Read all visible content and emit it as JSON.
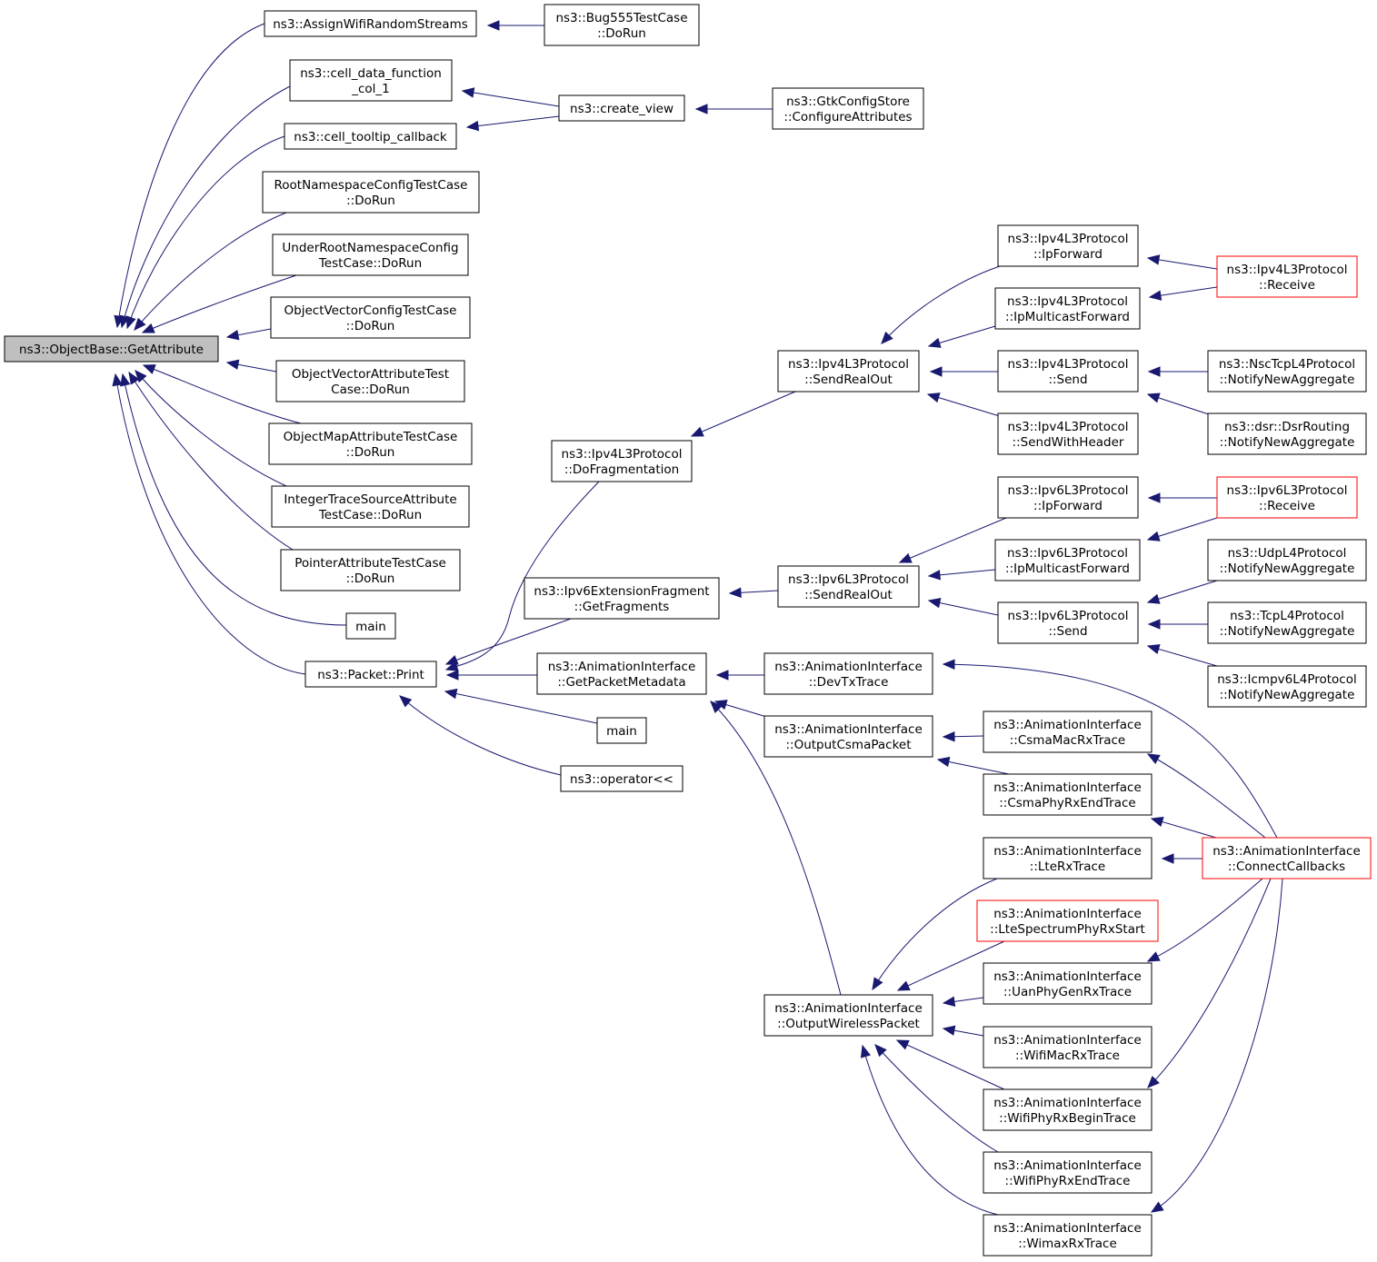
{
  "colors": {
    "edge": "#191970",
    "root_fill": "#bfbfbf",
    "highlight_border": "#ff0000",
    "border": "#000000",
    "background": "#ffffff"
  },
  "nodes": [
    {
      "id": "root",
      "lines": [
        "ns3::ObjectBase::GetAttribute"
      ],
      "style": "root"
    },
    {
      "id": "assign",
      "lines": [
        "ns3::AssignWifiRandomStreams"
      ]
    },
    {
      "id": "bug555",
      "lines": [
        "ns3::Bug555TestCase",
        "::DoRun"
      ]
    },
    {
      "id": "celldata",
      "lines": [
        "ns3::cell_data_function",
        "_col_1"
      ]
    },
    {
      "id": "celltip",
      "lines": [
        "ns3::cell_tooltip_callback"
      ]
    },
    {
      "id": "createview",
      "lines": [
        "ns3::create_view"
      ]
    },
    {
      "id": "gtk",
      "lines": [
        "ns3::GtkConfigStore",
        "::ConfigureAttributes"
      ]
    },
    {
      "id": "rootns",
      "lines": [
        "RootNamespaceConfigTestCase",
        "::DoRun"
      ]
    },
    {
      "id": "underroot",
      "lines": [
        "UnderRootNamespaceConfig",
        "TestCase::DoRun"
      ]
    },
    {
      "id": "objvecconf",
      "lines": [
        "ObjectVectorConfigTestCase",
        "::DoRun"
      ]
    },
    {
      "id": "objvecattr",
      "lines": [
        "ObjectVectorAttributeTest",
        "Case::DoRun"
      ]
    },
    {
      "id": "objmap",
      "lines": [
        "ObjectMapAttributeTestCase",
        "::DoRun"
      ]
    },
    {
      "id": "inttrace",
      "lines": [
        "IntegerTraceSourceAttribute",
        "TestCase::DoRun"
      ]
    },
    {
      "id": "pointer",
      "lines": [
        "PointerAttributeTestCase",
        "::DoRun"
      ]
    },
    {
      "id": "main1",
      "lines": [
        "main"
      ]
    },
    {
      "id": "pktprint",
      "lines": [
        "ns3::Packet::Print"
      ]
    },
    {
      "id": "ipv4frag",
      "lines": [
        "ns3::Ipv4L3Protocol",
        "::DoFragmentation"
      ]
    },
    {
      "id": "ipv6extfrag",
      "lines": [
        "ns3::Ipv6ExtensionFragment",
        "::GetFragments"
      ]
    },
    {
      "id": "getpktmeta",
      "lines": [
        "ns3::AnimationInterface",
        "::GetPacketMetadata"
      ]
    },
    {
      "id": "main2",
      "lines": [
        "main"
      ]
    },
    {
      "id": "operator",
      "lines": [
        "ns3::operator<<"
      ]
    },
    {
      "id": "ipv4sendreal",
      "lines": [
        "ns3::Ipv4L3Protocol",
        "::SendRealOut"
      ]
    },
    {
      "id": "ipv4ipfwd",
      "lines": [
        "ns3::Ipv4L3Protocol",
        "::IpForward"
      ]
    },
    {
      "id": "ipv4mcast",
      "lines": [
        "ns3::Ipv4L3Protocol",
        "::IpMulticastForward"
      ]
    },
    {
      "id": "ipv4send",
      "lines": [
        "ns3::Ipv4L3Protocol",
        "::Send"
      ]
    },
    {
      "id": "ipv4sendhdr",
      "lines": [
        "ns3::Ipv4L3Protocol",
        "::SendWithHeader"
      ]
    },
    {
      "id": "ipv4recv",
      "lines": [
        "ns3::Ipv4L3Protocol",
        "::Receive"
      ],
      "style": "red"
    },
    {
      "id": "nsctcp",
      "lines": [
        "ns3::NscTcpL4Protocol",
        "::NotifyNewAggregate"
      ]
    },
    {
      "id": "dsr",
      "lines": [
        "ns3::dsr::DsrRouting",
        "::NotifyNewAggregate"
      ]
    },
    {
      "id": "ipv6sendreal",
      "lines": [
        "ns3::Ipv6L3Protocol",
        "::SendRealOut"
      ]
    },
    {
      "id": "ipv6ipfwd",
      "lines": [
        "ns3::Ipv6L3Protocol",
        "::IpForward"
      ]
    },
    {
      "id": "ipv6mcast",
      "lines": [
        "ns3::Ipv6L3Protocol",
        "::IpMulticastForward"
      ]
    },
    {
      "id": "ipv6send",
      "lines": [
        "ns3::Ipv6L3Protocol",
        "::Send"
      ]
    },
    {
      "id": "ipv6recv",
      "lines": [
        "ns3::Ipv6L3Protocol",
        "::Receive"
      ],
      "style": "red"
    },
    {
      "id": "udp",
      "lines": [
        "ns3::UdpL4Protocol",
        "::NotifyNewAggregate"
      ]
    },
    {
      "id": "tcp",
      "lines": [
        "ns3::TcpL4Protocol",
        "::NotifyNewAggregate"
      ]
    },
    {
      "id": "icmpv6",
      "lines": [
        "ns3::Icmpv6L4Protocol",
        "::NotifyNewAggregate"
      ]
    },
    {
      "id": "devtx",
      "lines": [
        "ns3::AnimationInterface",
        "::DevTxTrace"
      ]
    },
    {
      "id": "outcsma",
      "lines": [
        "ns3::AnimationInterface",
        "::OutputCsmaPacket"
      ]
    },
    {
      "id": "outwireless",
      "lines": [
        "ns3::AnimationInterface",
        "::OutputWirelessPacket"
      ]
    },
    {
      "id": "csmamac",
      "lines": [
        "ns3::AnimationInterface",
        "::CsmaMacRxTrace"
      ]
    },
    {
      "id": "csmaphy",
      "lines": [
        "ns3::AnimationInterface",
        "::CsmaPhyRxEndTrace"
      ]
    },
    {
      "id": "lterx",
      "lines": [
        "ns3::AnimationInterface",
        "::LteRxTrace"
      ]
    },
    {
      "id": "ltespec",
      "lines": [
        "ns3::AnimationInterface",
        "::LteSpectrumPhyRxStart"
      ],
      "style": "red"
    },
    {
      "id": "uanphy",
      "lines": [
        "ns3::AnimationInterface",
        "::UanPhyGenRxTrace"
      ]
    },
    {
      "id": "wifimac",
      "lines": [
        "ns3::AnimationInterface",
        "::WifiMacRxTrace"
      ]
    },
    {
      "id": "wifibegin",
      "lines": [
        "ns3::AnimationInterface",
        "::WifiPhyRxBeginTrace"
      ]
    },
    {
      "id": "wifiend",
      "lines": [
        "ns3::AnimationInterface",
        "::WifiPhyRxEndTrace"
      ]
    },
    {
      "id": "wimax",
      "lines": [
        "ns3::AnimationInterface",
        "::WimaxRxTrace"
      ]
    },
    {
      "id": "connect",
      "lines": [
        "ns3::AnimationInterface",
        "::ConnectCallbacks"
      ],
      "style": "red"
    }
  ],
  "edges": [
    {
      "from": "assign",
      "to": "root"
    },
    {
      "from": "celldata",
      "to": "root"
    },
    {
      "from": "celltip",
      "to": "root"
    },
    {
      "from": "rootns",
      "to": "root"
    },
    {
      "from": "underroot",
      "to": "root"
    },
    {
      "from": "objvecconf",
      "to": "root"
    },
    {
      "from": "objvecattr",
      "to": "root"
    },
    {
      "from": "objmap",
      "to": "root"
    },
    {
      "from": "inttrace",
      "to": "root"
    },
    {
      "from": "pointer",
      "to": "root"
    },
    {
      "from": "main1",
      "to": "root"
    },
    {
      "from": "pktprint",
      "to": "root"
    },
    {
      "from": "bug555",
      "to": "assign"
    },
    {
      "from": "createview",
      "to": "celldata"
    },
    {
      "from": "createview",
      "to": "celltip"
    },
    {
      "from": "gtk",
      "to": "createview"
    },
    {
      "from": "ipv4frag",
      "to": "pktprint"
    },
    {
      "from": "ipv6extfrag",
      "to": "pktprint"
    },
    {
      "from": "getpktmeta",
      "to": "pktprint"
    },
    {
      "from": "main2",
      "to": "pktprint"
    },
    {
      "from": "operator",
      "to": "pktprint"
    },
    {
      "from": "ipv4sendreal",
      "to": "ipv4frag"
    },
    {
      "from": "ipv4ipfwd",
      "to": "ipv4sendreal"
    },
    {
      "from": "ipv4mcast",
      "to": "ipv4sendreal"
    },
    {
      "from": "ipv4send",
      "to": "ipv4sendreal"
    },
    {
      "from": "ipv4sendhdr",
      "to": "ipv4sendreal"
    },
    {
      "from": "ipv4recv",
      "to": "ipv4ipfwd"
    },
    {
      "from": "ipv4recv",
      "to": "ipv4mcast"
    },
    {
      "from": "nsctcp",
      "to": "ipv4send"
    },
    {
      "from": "dsr",
      "to": "ipv4send"
    },
    {
      "from": "ipv6sendreal",
      "to": "ipv6extfrag"
    },
    {
      "from": "ipv6ipfwd",
      "to": "ipv6sendreal"
    },
    {
      "from": "ipv6mcast",
      "to": "ipv6sendreal"
    },
    {
      "from": "ipv6send",
      "to": "ipv6sendreal"
    },
    {
      "from": "ipv6recv",
      "to": "ipv6ipfwd"
    },
    {
      "from": "ipv6recv",
      "to": "ipv6mcast"
    },
    {
      "from": "udp",
      "to": "ipv6send"
    },
    {
      "from": "tcp",
      "to": "ipv6send"
    },
    {
      "from": "icmpv6",
      "to": "ipv6send"
    },
    {
      "from": "devtx",
      "to": "getpktmeta"
    },
    {
      "from": "outcsma",
      "to": "getpktmeta"
    },
    {
      "from": "outwireless",
      "to": "getpktmeta"
    },
    {
      "from": "connect",
      "to": "devtx"
    },
    {
      "from": "csmamac",
      "to": "outcsma"
    },
    {
      "from": "csmaphy",
      "to": "outcsma"
    },
    {
      "from": "connect",
      "to": "csmamac"
    },
    {
      "from": "connect",
      "to": "csmaphy"
    },
    {
      "from": "connect",
      "to": "lterx"
    },
    {
      "from": "lterx",
      "to": "outwireless"
    },
    {
      "from": "ltespec",
      "to": "outwireless"
    },
    {
      "from": "uanphy",
      "to": "outwireless"
    },
    {
      "from": "wifimac",
      "to": "outwireless"
    },
    {
      "from": "wifibegin",
      "to": "outwireless"
    },
    {
      "from": "wifiend",
      "to": "outwireless"
    },
    {
      "from": "wimax",
      "to": "outwireless"
    },
    {
      "from": "connect",
      "to": "uanphy"
    },
    {
      "from": "connect",
      "to": "wifibegin"
    },
    {
      "from": "connect",
      "to": "wimax"
    }
  ]
}
